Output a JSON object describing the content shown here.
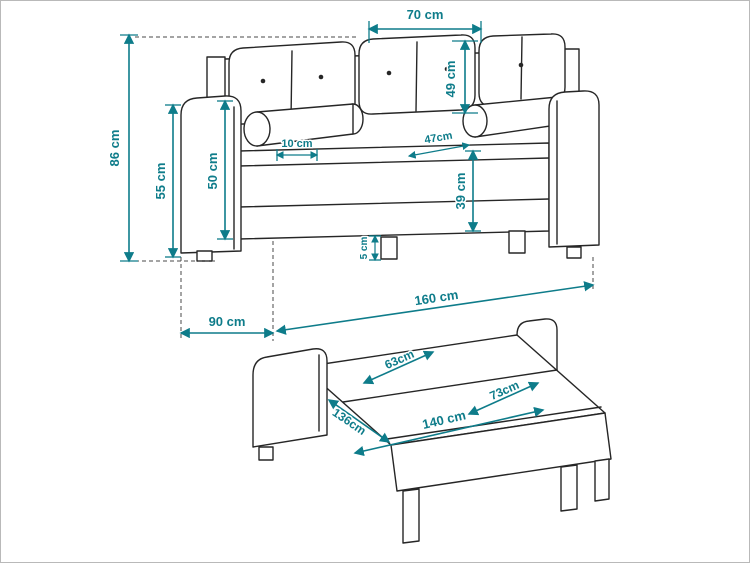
{
  "meta": {
    "background": "#ffffff",
    "border_color": "#b9b9b9"
  },
  "colors": {
    "dimension_accent": "#0e7c8a",
    "line_art": "#262626",
    "dashed_guide": "#4a4a4a"
  },
  "top_view": {
    "dimensions": {
      "seat_cushion_width": "70 cm",
      "backrest_height": "49 cm",
      "total_height": "86 cm",
      "armrest_height": "55 cm",
      "arm_front_height": "50 cm",
      "armrest_width": "10 cm",
      "seat_depth": "47cm",
      "base_height": "39 cm",
      "leg_height": "5 cm",
      "total_depth": "90 cm",
      "total_width": "160 cm"
    }
  },
  "bed_view": {
    "dimensions": {
      "section_a": "63cm",
      "section_b": "73cm",
      "sleeping_width": "136cm",
      "sleeping_length": "140 cm"
    }
  }
}
